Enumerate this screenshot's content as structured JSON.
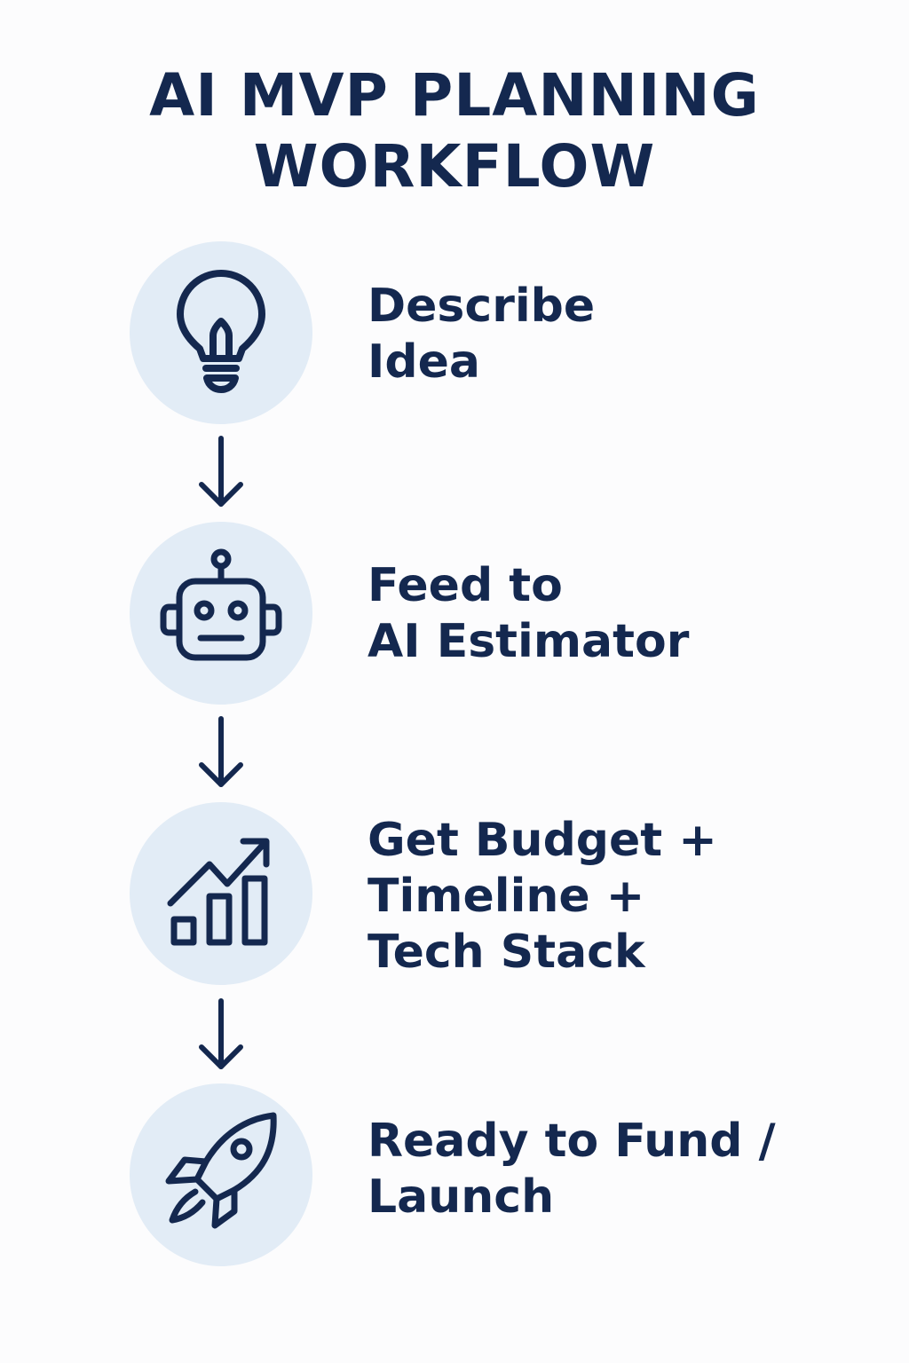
{
  "title": {
    "line1": "AI MVP PLANNING",
    "line2": "WORKFLOW"
  },
  "colors": {
    "ink": "#14284f",
    "circle": "#e2ecf6",
    "background": "#fcfcfd"
  },
  "steps": [
    {
      "icon": "lightbulb-icon",
      "lines": [
        "Describe",
        "Idea"
      ]
    },
    {
      "icon": "robot-icon",
      "lines": [
        "Feed to",
        "AI Estimator"
      ]
    },
    {
      "icon": "growth-chart-icon",
      "lines": [
        "Get Budget +",
        "Timeline +",
        "Tech Stack"
      ]
    },
    {
      "icon": "rocket-icon",
      "lines": [
        "Ready to Fund /",
        "Launch"
      ]
    }
  ]
}
